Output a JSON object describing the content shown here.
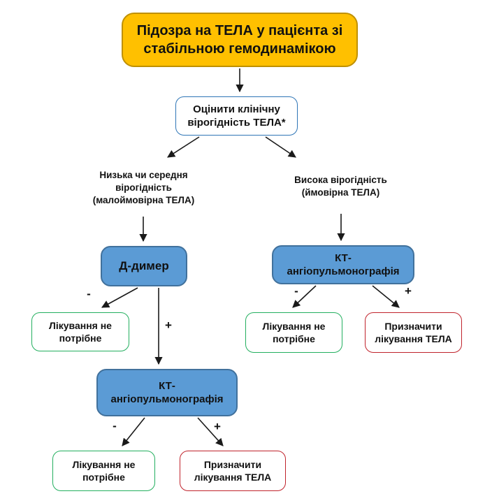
{
  "flowchart": {
    "title": {
      "lines": [
        "Підозра на ТЕЛА у пацієнта зі",
        "стабільною гемодинамікою"
      ]
    },
    "assess": {
      "lines": [
        "Оцінити клінічну",
        "вірогідність ТЕЛА*"
      ]
    },
    "branch_low": {
      "lines": [
        "Низька чи середня",
        "вірогідність",
        "(малоймовірна ТЕЛА)"
      ]
    },
    "branch_high": {
      "lines": [
        "Висока вірогідність",
        "(ймовірна ТЕЛА)"
      ]
    },
    "ddimer": {
      "label": "Д-димер"
    },
    "ct_angio": {
      "lines": [
        "КТ-",
        "ангіопульмонографія"
      ]
    },
    "no_treatment": {
      "lines": [
        "Лікування не",
        "потрібне"
      ]
    },
    "treatment": {
      "lines": [
        "Призначити",
        "лікування ТЕЛА"
      ]
    },
    "signs": {
      "minus": "-",
      "plus": "+"
    },
    "colors": {
      "title_fill": "#FFC000",
      "title_border": "#BF9000",
      "process_fill": "#5B9BD5",
      "process_border": "#41719C",
      "assess_border": "#2E75B6",
      "no_treatment_border": "#23AF5F",
      "treatment_border": "#C0232C",
      "arrow": "#1A1A1A"
    }
  }
}
